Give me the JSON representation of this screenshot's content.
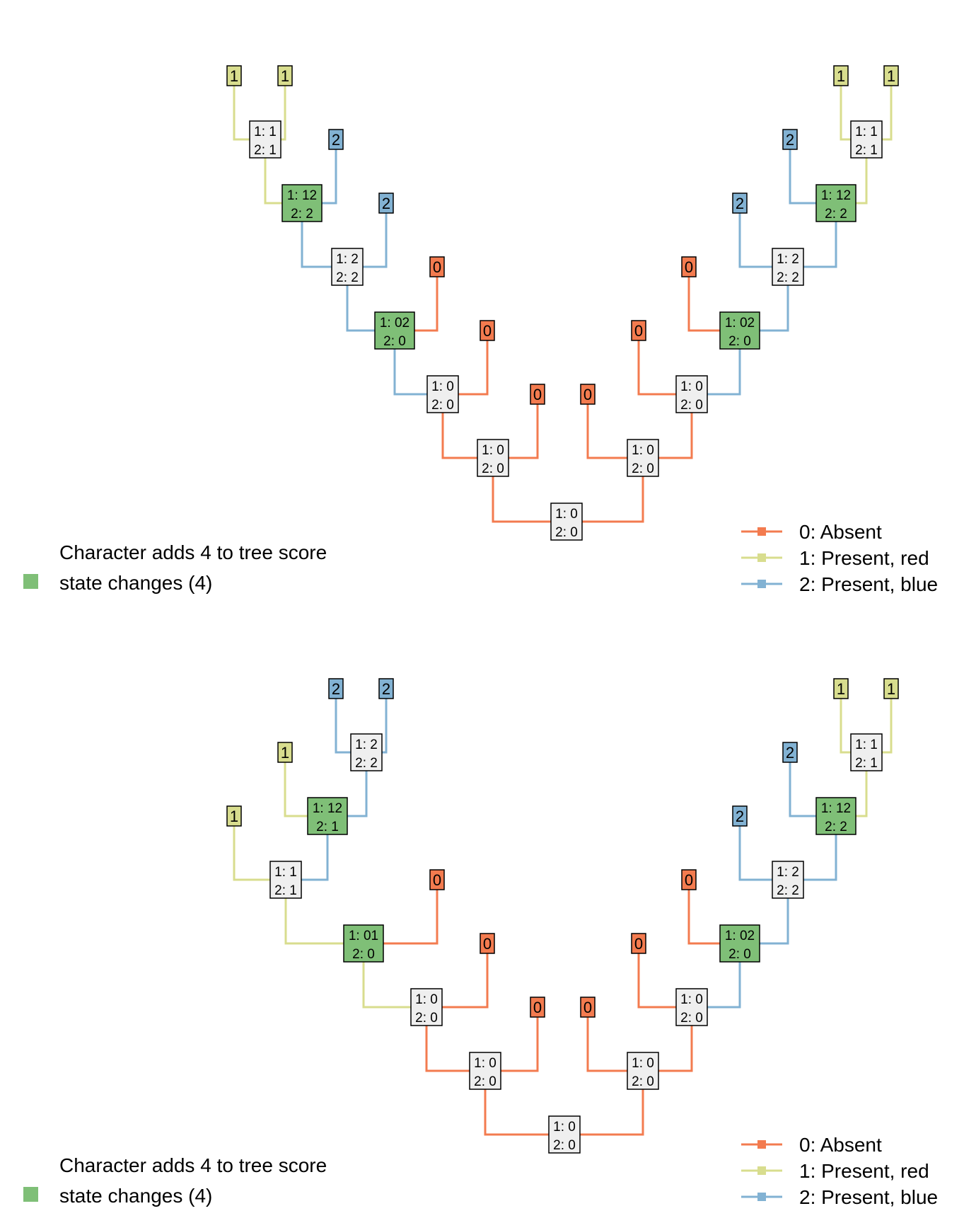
{
  "colors": {
    "state_0": "#f37b4f",
    "state_1": "#d8dd8e",
    "state_2": "#82b2d3",
    "changed": "#7fbf77",
    "unchanged": "#efefef"
  },
  "legend": {
    "items": [
      {
        "label": "0: Absent",
        "color_key": "state_0"
      },
      {
        "label": "1: Present, red",
        "color_key": "state_1"
      },
      {
        "label": "2: Present, blue",
        "color_key": "state_2"
      }
    ]
  },
  "panels": [
    {
      "caption": {
        "title": "Character adds 4 to tree score",
        "changes": "state changes (4)"
      },
      "tips": [
        {
          "text": "1",
          "state": 1
        },
        {
          "text": "1",
          "state": 1
        },
        {
          "text": "2",
          "state": 2
        },
        {
          "text": "2",
          "state": 2
        },
        {
          "text": "0",
          "state": 0
        },
        {
          "text": "0",
          "state": 0
        },
        {
          "text": "0",
          "state": 0
        },
        {
          "text": "0",
          "state": 0
        },
        {
          "text": "0",
          "state": 0
        },
        {
          "text": "0",
          "state": 0
        },
        {
          "text": "2",
          "state": 2
        },
        {
          "text": "2",
          "state": 2
        },
        {
          "text": "1",
          "state": 1
        },
        {
          "text": "1",
          "state": 1
        }
      ],
      "nodes": [
        {
          "line1": "1: 1",
          "line2": "2: 1",
          "changed": false
        },
        {
          "line1": "1: 12",
          "line2": "2: 2",
          "changed": true
        },
        {
          "line1": "1: 2",
          "line2": "2: 2",
          "changed": false
        },
        {
          "line1": "1: 02",
          "line2": "2: 0",
          "changed": true
        },
        {
          "line1": "1: 0",
          "line2": "2: 0",
          "changed": false
        },
        {
          "line1": "1: 0",
          "line2": "2: 0",
          "changed": false
        },
        {
          "line1": "1: 0",
          "line2": "2: 0",
          "changed": false
        },
        {
          "line1": "1: 0",
          "line2": "2: 0",
          "changed": false
        },
        {
          "line1": "1: 0",
          "line2": "2: 0",
          "changed": false
        },
        {
          "line1": "1: 02",
          "line2": "2: 0",
          "changed": true
        },
        {
          "line1": "1: 2",
          "line2": "2: 2",
          "changed": false
        },
        {
          "line1": "1: 12",
          "line2": "2: 2",
          "changed": true
        },
        {
          "line1": "1: 1",
          "line2": "2: 1",
          "changed": false
        }
      ]
    },
    {
      "caption": {
        "title": "Character adds 4 to tree score",
        "changes": "state changes (4)"
      },
      "tips": [
        {
          "text": "2",
          "state": 2
        },
        {
          "text": "2",
          "state": 2
        },
        {
          "text": "1",
          "state": 1
        },
        {
          "text": "1",
          "state": 1
        },
        {
          "text": "0",
          "state": 0
        },
        {
          "text": "0",
          "state": 0
        },
        {
          "text": "0",
          "state": 0
        },
        {
          "text": "0",
          "state": 0
        },
        {
          "text": "0",
          "state": 0
        },
        {
          "text": "0",
          "state": 0
        },
        {
          "text": "2",
          "state": 2
        },
        {
          "text": "2",
          "state": 2
        },
        {
          "text": "1",
          "state": 1
        },
        {
          "text": "1",
          "state": 1
        }
      ],
      "nodes": [
        {
          "line1": "1: 2",
          "line2": "2: 2",
          "changed": false
        },
        {
          "line1": "1: 12",
          "line2": "2: 1",
          "changed": true
        },
        {
          "line1": "1: 1",
          "line2": "2: 1",
          "changed": false
        },
        {
          "line1": "1: 01",
          "line2": "2: 0",
          "changed": true
        },
        {
          "line1": "1: 0",
          "line2": "2: 0",
          "changed": false
        },
        {
          "line1": "1: 0",
          "line2": "2: 0",
          "changed": false
        },
        {
          "line1": "1: 0",
          "line2": "2: 0",
          "changed": false
        },
        {
          "line1": "1: 0",
          "line2": "2: 0",
          "changed": false
        },
        {
          "line1": "1: 0",
          "line2": "2: 0",
          "changed": false
        },
        {
          "line1": "1: 02",
          "line2": "2: 0",
          "changed": true
        },
        {
          "line1": "1: 2",
          "line2": "2: 2",
          "changed": false
        },
        {
          "line1": "1: 12",
          "line2": "2: 2",
          "changed": true
        },
        {
          "line1": "1: 1",
          "line2": "2: 1",
          "changed": false
        }
      ]
    }
  ]
}
